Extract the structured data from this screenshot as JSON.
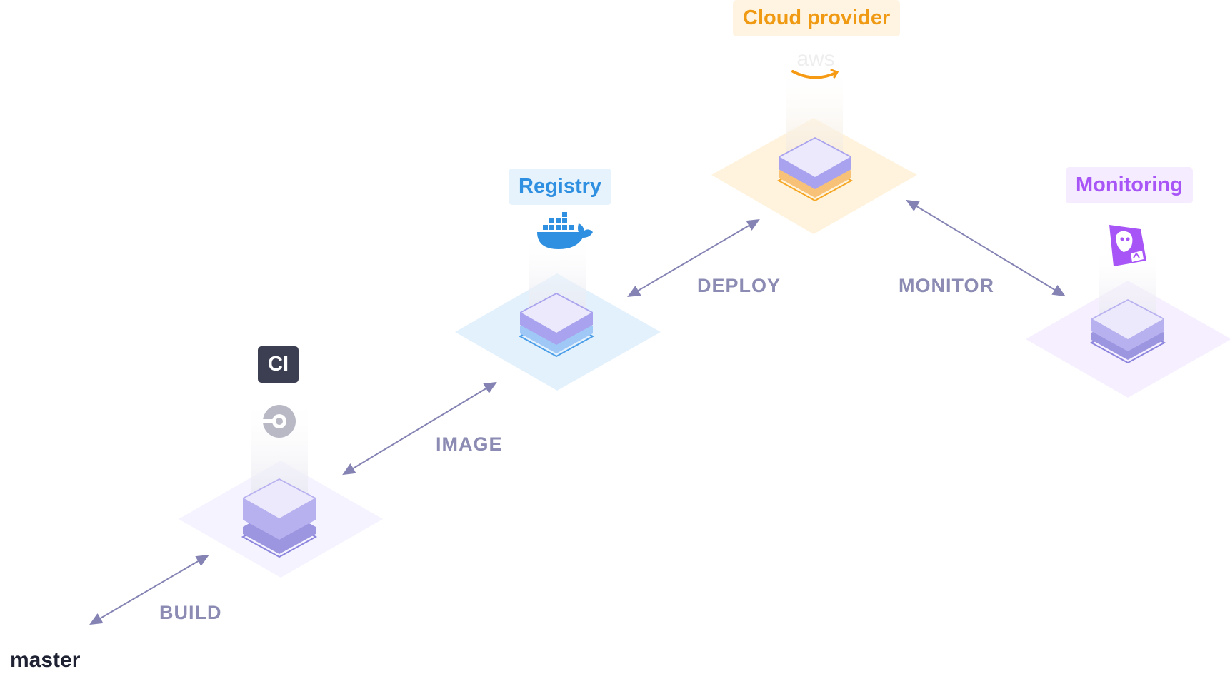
{
  "stages": [
    {
      "id": "ci",
      "label": "CI",
      "label_color": "#ffffff",
      "label_bg": "#3c3e52",
      "platform_color": "#efedff",
      "accent": "#a9a2ee",
      "icon": "circleci-icon"
    },
    {
      "id": "registry",
      "label": "Registry",
      "label_color": "#2f8fe0",
      "label_bg": "#e6f3fc",
      "platform_color": "#dcefff",
      "accent": "#5aa6f2",
      "icon": "docker-icon"
    },
    {
      "id": "cloud",
      "label": "Cloud provider",
      "label_color": "#ef9a12",
      "label_bg": "#fff4e2",
      "platform_color": "#fff0d6",
      "accent": "#f5a623",
      "icon": "aws-icon",
      "icon_text": "aws"
    },
    {
      "id": "monitoring",
      "label": "Monitoring",
      "label_color": "#a855f7",
      "label_bg": "#f6ecff",
      "platform_color": "#f4ebff",
      "accent": "#a9a2ee",
      "icon": "datadog-icon"
    }
  ],
  "edges": [
    {
      "id": "build",
      "label": "BUILD"
    },
    {
      "id": "image",
      "label": "IMAGE"
    },
    {
      "id": "deploy",
      "label": "DEPLOY"
    },
    {
      "id": "monitor",
      "label": "MONITOR"
    }
  ],
  "source": {
    "label": "master"
  },
  "colors": {
    "arrow": "#8483b3",
    "edge_label": "#8b8bb3",
    "tile_top": "#ebe9fb",
    "tile_side": "#9c95e0"
  }
}
